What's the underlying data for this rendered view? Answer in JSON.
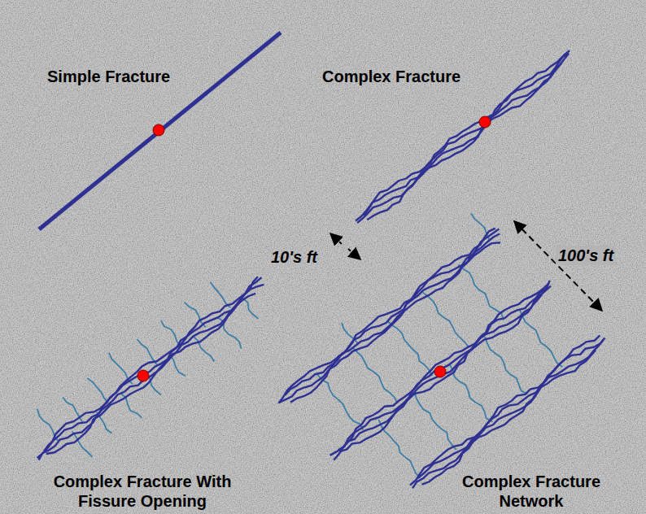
{
  "diagram": {
    "labels": [
      "Simple Fracture",
      "Complex Fracture",
      "10's ft",
      "100's ft",
      "Complex Fracture With Fissure Opening",
      "Complex Fracture Network"
    ]
  }
}
